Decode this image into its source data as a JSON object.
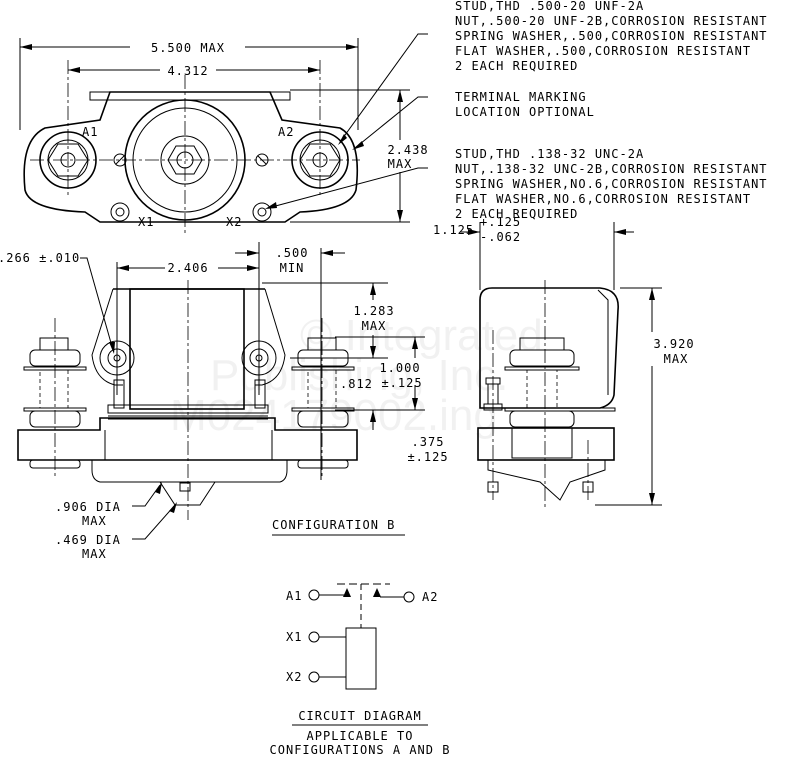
{
  "watermark": [
    "© Integrated",
    "Publishing, Inc.",
    "M024179002.ing"
  ],
  "notes": {
    "large_stud": [
      "STUD,THD .500-20 UNF-2A",
      "NUT,.500-20 UNF-2B,CORROSION RESISTANT",
      "SPRING WASHER,.500,CORROSION RESISTANT",
      "FLAT WASHER,.500,CORROSION RESISTANT",
      "2 EACH REQUIRED"
    ],
    "terminal_marking": [
      "TERMINAL MARKING",
      "LOCATION OPTIONAL"
    ],
    "small_stud": [
      "STUD,THD .138-32 UNC-2A",
      "NUT,.138-32 UNC-2B,CORROSION RESISTANT",
      "SPRING WASHER,NO.6,CORROSION RESISTANT",
      "FLAT WASHER,NO.6,CORROSION RESISTANT",
      "2 EACH REQUIRED"
    ]
  },
  "top_view": {
    "dim_overall": "5.500 MAX",
    "dim_terminal_spacing": "4.312",
    "dim_height": [
      "2.438",
      "MAX"
    ],
    "labels": {
      "a1": "A1",
      "a2": "A2",
      "x1": "X1",
      "x2": "X2"
    }
  },
  "side_view": {
    "dim_hole": ".266 ±.010",
    "dim_small_spacing": "2.406",
    "dim_min": [
      ".500",
      "MIN"
    ],
    "dim_1283": [
      "1.283",
      "MAX"
    ],
    "dim_1000": [
      "1.000",
      "±.125"
    ],
    "dim_812": ".812",
    "dim_375": [
      ".375",
      "±.125"
    ],
    "dim_906": [
      ".906 DIA",
      "MAX"
    ],
    "dim_469": [
      ".469 DIA",
      "MAX"
    ],
    "title": "CONFIGURATION B"
  },
  "end_view": {
    "dim_width": [
      "1.125",
      "+.125",
      "-.062"
    ],
    "dim_height": [
      "3.920",
      "MAX"
    ]
  },
  "circuit": {
    "terminals": [
      "A1",
      "A2",
      "X1",
      "X2"
    ],
    "title": "CIRCUIT DIAGRAM",
    "subtitle": [
      "APPLICABLE TO",
      "CONFIGURATIONS A AND B"
    ]
  }
}
